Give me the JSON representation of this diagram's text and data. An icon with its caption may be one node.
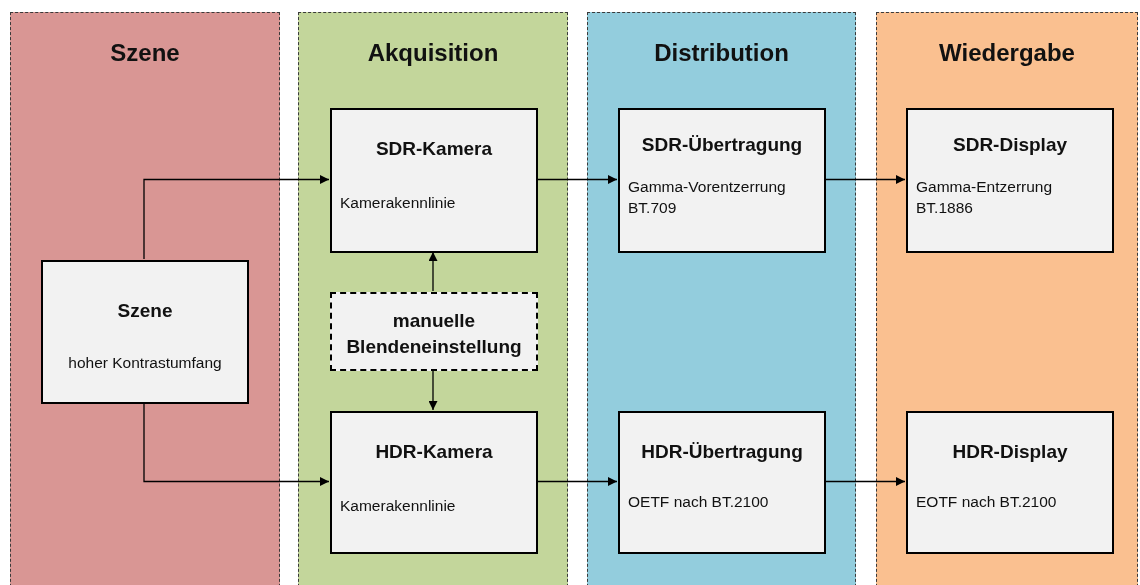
{
  "diagram": {
    "nodes": [
      {
        "text": [
          "Szene"
        ]
      },
      {
        "text": [
          "Szene",
          "hoher Kontrastumfang"
        ],
        "in": 0
      },
      {
        "text": [
          "Akquisition"
        ]
      },
      {
        "text": [
          "SDR-Kamera",
          "Kamerakennlinie"
        ],
        "in": 2
      },
      {
        "text": [
          "manuelle Blendeneinstellung"
        ],
        "in": 2
      },
      {
        "text": [
          "HDR-Kamera",
          "Kamerakennlinie"
        ],
        "in": 2
      },
      {
        "text": [
          "Distribution"
        ]
      },
      {
        "text": [
          "SDR-Übertragung",
          "Gamma-Vorentzerrung BT.709"
        ],
        "in": 6
      },
      {
        "text": [
          "HDR-Übertragung",
          "OETF nach BT.2100"
        ],
        "in": 6
      },
      {
        "text": [
          "Wiedergabe"
        ]
      },
      {
        "text": [
          "SDR-Display",
          "Gamma-Entzerrung BT.1886"
        ],
        "in": 9
      },
      {
        "text": [
          "HDR-Display",
          "EOTF nach BT.2100"
        ],
        "in": 9
      }
    ],
    "edges": [
      {
        "from": 1,
        "to": 3,
        "arrow": "to"
      },
      {
        "from": 1,
        "to": 5,
        "arrow": "to"
      },
      {
        "from": 4,
        "to": 3,
        "arrow": "to"
      },
      {
        "from": 4,
        "to": 5,
        "arrow": "to"
      },
      {
        "from": 3,
        "to": 7,
        "arrow": "to"
      },
      {
        "from": 5,
        "to": 8,
        "arrow": "to"
      },
      {
        "from": 7,
        "to": 10,
        "arrow": "to"
      },
      {
        "from": 8,
        "to": 11,
        "arrow": "to"
      }
    ]
  }
}
